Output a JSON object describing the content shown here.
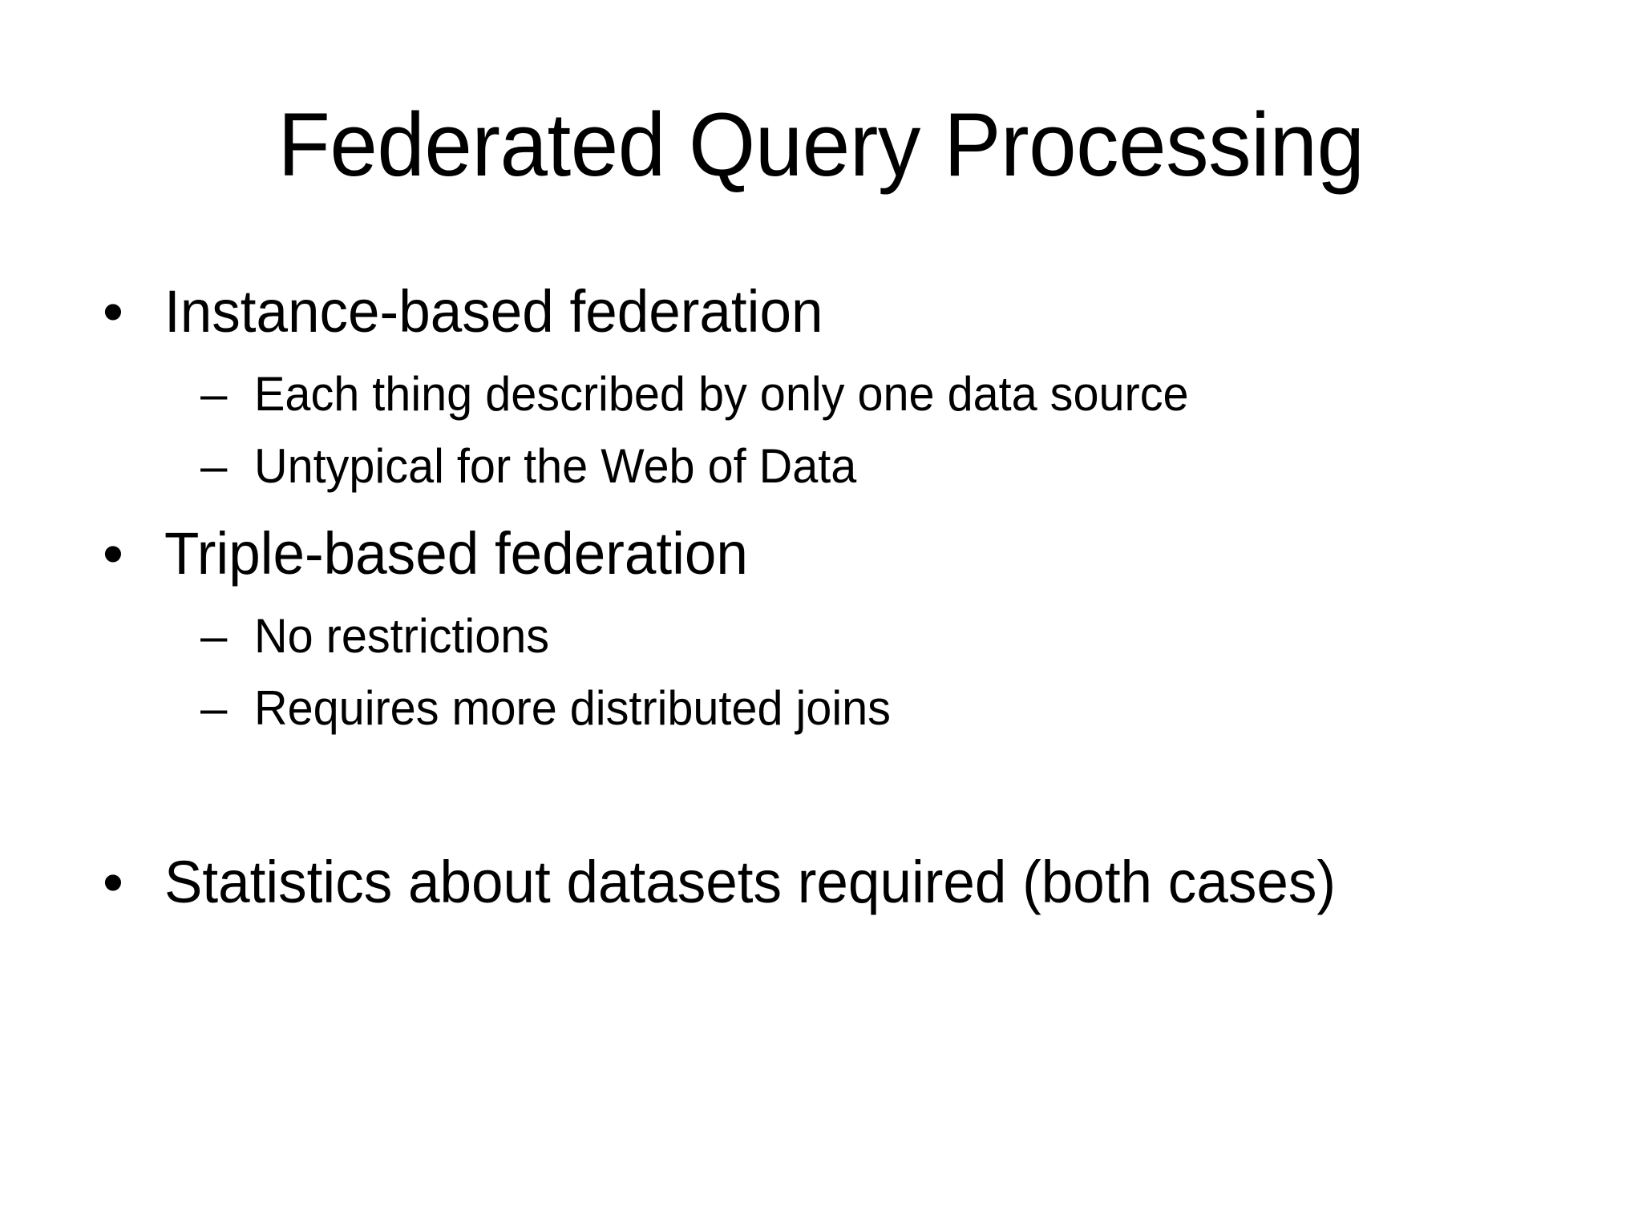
{
  "slide": {
    "title": "Federated Query Processing",
    "background_color": "#ffffff",
    "text_color": "#000000",
    "bullet_marker": "•",
    "subbullet_marker": "–",
    "content": [
      {
        "level": 1,
        "text": "Instance-based federation"
      },
      {
        "level": 2,
        "text": "Each thing described by only one data source"
      },
      {
        "level": 2,
        "text": "Untypical for the Web of Data"
      },
      {
        "level": 1,
        "text": "Triple-based federation"
      },
      {
        "level": 2,
        "text": "No restrictions"
      },
      {
        "level": 2,
        "text": "Requires more distributed joins"
      },
      {
        "level": 1,
        "text": "Statistics about datasets required (both cases)"
      }
    ]
  }
}
